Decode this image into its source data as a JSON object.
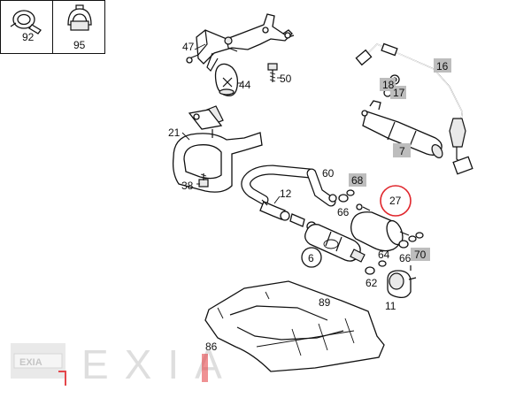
{
  "inset_panels": [
    {
      "label": "92",
      "icon": "hose-clamp-icon"
    },
    {
      "label": "95",
      "icon": "clip-bracket-icon"
    }
  ],
  "callouts": {
    "c47": "47",
    "c44": "44",
    "c50": "50",
    "c16": "16",
    "c18": "18",
    "c17": "17",
    "c21": "21",
    "c7": "7",
    "c60": "60",
    "c38": "38",
    "c12": "12",
    "c68": "68",
    "c66a": "66",
    "c27": "27",
    "c6": "6",
    "c64": "64",
    "c66b": "66",
    "c70": "70",
    "c62": "62",
    "c11": "11",
    "c89": "89",
    "c86": "86"
  },
  "highlighted_callouts": [
    "16",
    "18",
    "17",
    "7",
    "68",
    "70"
  ],
  "selected_callout": {
    "label": "27",
    "ring_color": "#e0262c"
  },
  "watermark": {
    "logo_text": "EXIA",
    "text": "EXIA",
    "accent_color": "#e0262c"
  },
  "colors": {
    "line": "#111111",
    "highlight_box": "#bdbdbd",
    "selection_ring": "#e0262c"
  }
}
